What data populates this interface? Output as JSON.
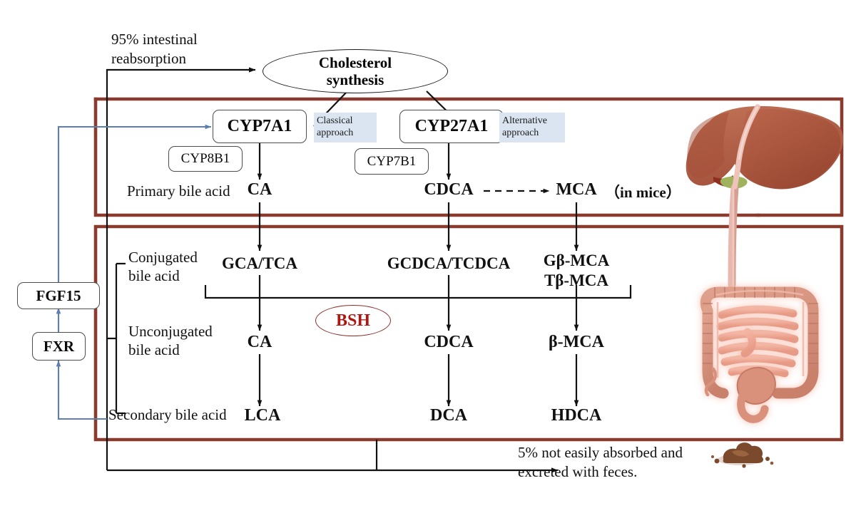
{
  "figure": {
    "title": "Bile acid metabolism pathway (enterohepatic circulation)",
    "colors": {
      "organ_frame": "#8B3A2E",
      "arrow_black": "#111111",
      "arrow_blue": "#5B7FB0",
      "tag_fill": "#DBE5F1",
      "bsh_red": "#B01512",
      "liver_body": "#B5654A",
      "intestine_pink": "#E8A08D"
    }
  },
  "annotations": {
    "intestinal_reabsorption": "95% intestinal\nreabsorption",
    "excretion": "5% not easily absorbed and\nexcreted with feces."
  },
  "nodes": {
    "cholesterol": "Cholesterol\nsynthesis",
    "bsh": "BSH"
  },
  "enzymes": [
    {
      "id": "cyp7a1",
      "label": "CYP7A1"
    },
    {
      "id": "cyp8b1",
      "label": "CYP8B1"
    },
    {
      "id": "cyp27a1",
      "label": "CYP27A1"
    },
    {
      "id": "cyp7b1",
      "label": "CYP7B1"
    },
    {
      "id": "fgf15",
      "label": "FGF15"
    },
    {
      "id": "fxr",
      "label": "FXR"
    }
  ],
  "pathway_tags": [
    {
      "id": "classical",
      "label": "Classical\napproach"
    },
    {
      "id": "alternative",
      "label": "Alternative\napproach"
    }
  ],
  "row_labels": {
    "primary": "Primary bile acid",
    "conjugated": "Conjugated\nbile acid",
    "unconjugated": "Unconjugated\nbile acid",
    "secondary": "Secondary bile acid"
  },
  "metabolites": {
    "primary": {
      "col1": "CA",
      "col2": "CDCA",
      "col3": "MCA",
      "col3_note": "（in mice）"
    },
    "conjugated": {
      "col1": "GCA/TCA",
      "col2": "GCDCA/TCDCA",
      "col3": "Gβ-MCA\nTβ-MCA"
    },
    "unconjugated": {
      "col1": "CA",
      "col2": "CDCA",
      "col3": "β-MCA"
    },
    "secondary": {
      "col1": "LCA",
      "col2": "DCA",
      "col3": "HDCA"
    }
  },
  "organs": [
    {
      "id": "liver",
      "name": "liver-illustration"
    },
    {
      "id": "intestine",
      "name": "intestine-illustration"
    },
    {
      "id": "feces",
      "name": "feces-illustration"
    }
  ]
}
